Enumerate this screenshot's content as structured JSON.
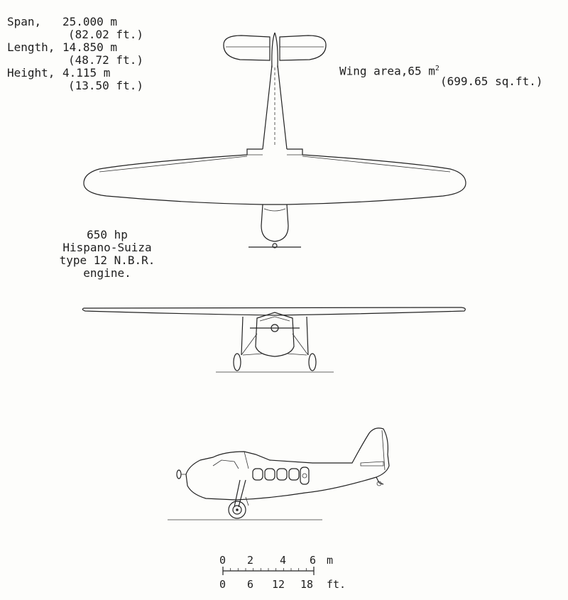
{
  "specs": {
    "span_label": "Span,",
    "span_m": "25.000 m",
    "span_ft": "(82.02 ft.)",
    "length_label": "Length,",
    "length_m": "14.850 m",
    "length_ft": "(48.72 ft.)",
    "height_label": "Height,",
    "height_m": "4.115 m",
    "height_ft": "(13.50 ft.)"
  },
  "wing_area": {
    "label": "Wing area,",
    "value": "65 m",
    "sup": "2",
    "imperial": "(699.65 sq.ft.)"
  },
  "engine": {
    "line1": "650 hp",
    "line2": "Hispano-Suiza",
    "line3": "type 12 N.B.R.",
    "line4": "engine."
  },
  "scale": {
    "metric_ticks": [
      "0",
      "2",
      "4",
      "6"
    ],
    "metric_unit": "m",
    "imperial_ticks": [
      "0",
      "6",
      "12",
      "18"
    ],
    "imperial_unit": "ft."
  }
}
